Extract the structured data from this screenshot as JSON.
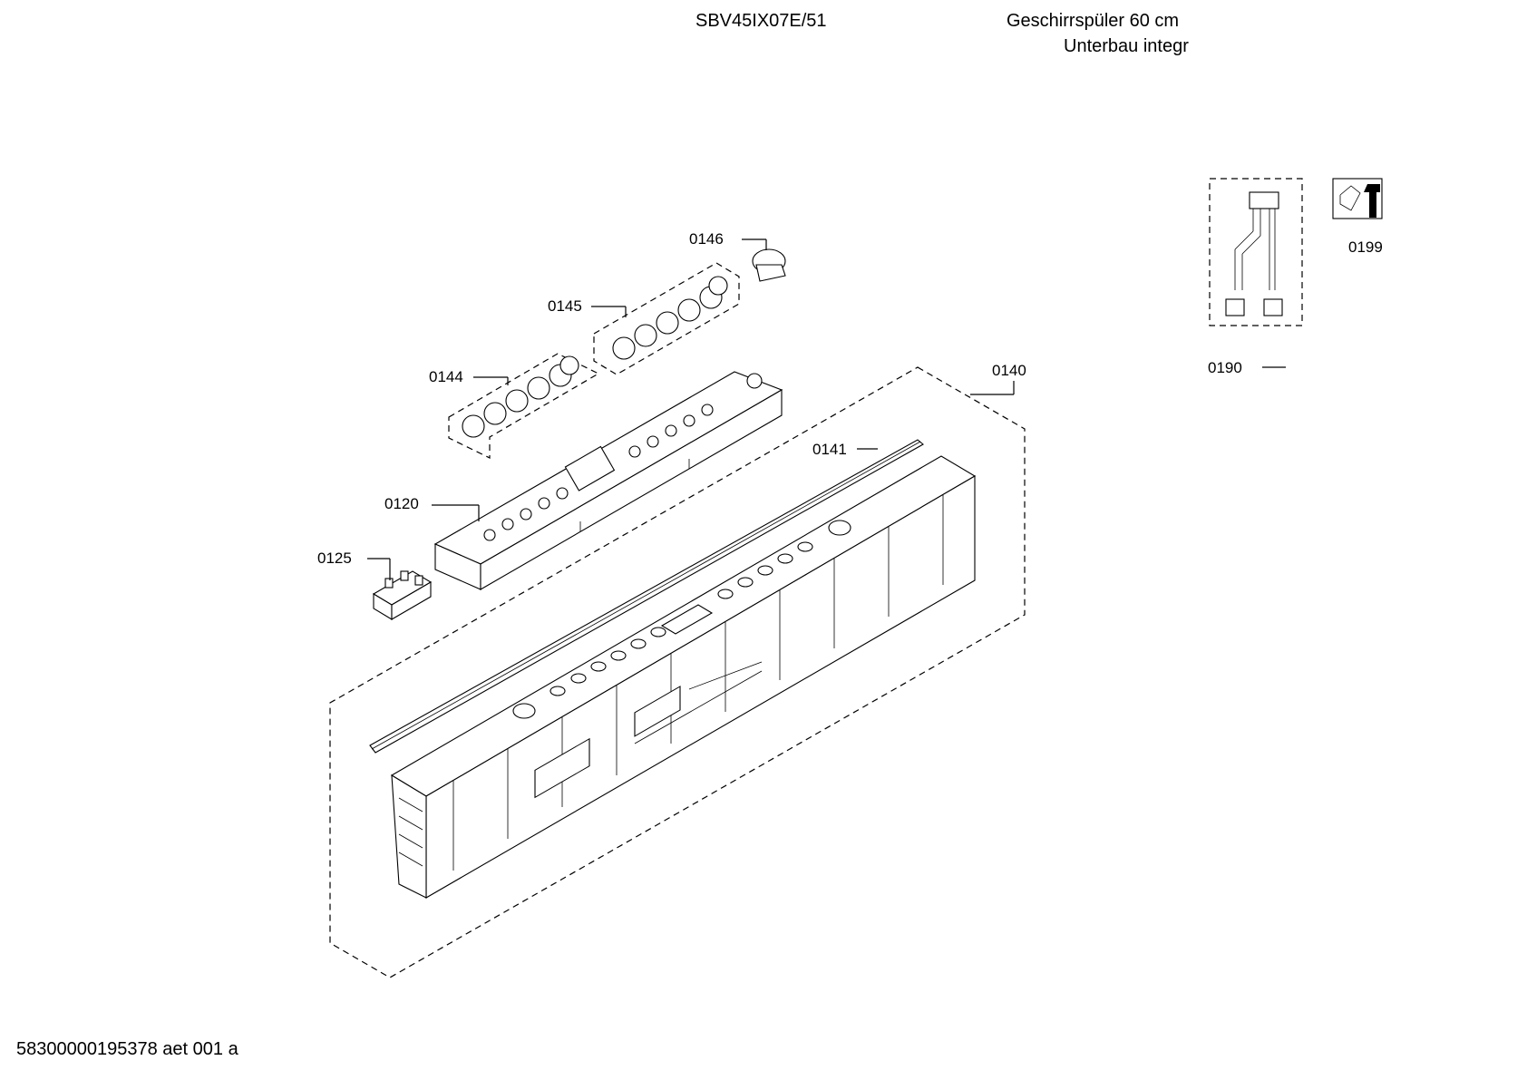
{
  "header": {
    "model": "SBV45IX07E/51",
    "description_line1": "Geschirrspüler 60 cm",
    "description_line2": "Unterbau integr"
  },
  "footer": {
    "document_code": "58300000195378 aet 001 a"
  },
  "parts": {
    "p0146": "0146",
    "p0145": "0145",
    "p0144": "0144",
    "p0140": "0140",
    "p0141": "0141",
    "p0120": "0120",
    "p0125": "0125",
    "p0190": "0190",
    "p0199": "0199"
  }
}
